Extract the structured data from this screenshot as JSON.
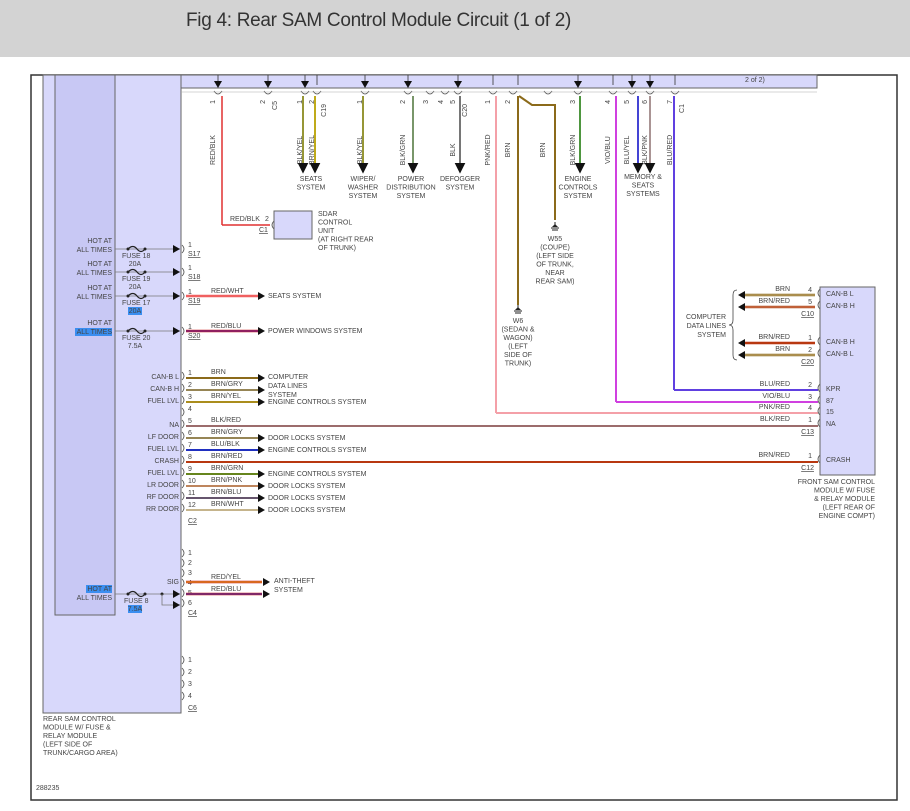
{
  "header": {
    "title": "Fig 4: Rear SAM Control Module Circuit (1 of 2)"
  },
  "figure_id": "288235",
  "modules": {
    "rear_sam": [
      "REAR SAM CONTROL",
      "MODULE W/ FUSE &",
      "RELAY MODULE",
      "(LEFT SIDE OF",
      "TRUNK/CARGO AREA)"
    ],
    "front_sam": [
      "FRONT SAM CONTROL",
      "MODULE W/ FUSE",
      "& RELAY MODULE",
      "(LEFT REAR OF",
      "ENGINE COMPT)"
    ],
    "sdar": [
      "SDAR",
      "CONTROL",
      "UNIT",
      "(AT RIGHT REAR",
      "OF TRUNK)"
    ]
  },
  "top_wires": [
    {
      "pin": "1",
      "color": "RED/BLK",
      "hex": "#e03030"
    },
    {
      "pin": "1",
      "color": "BLK/YEL",
      "hex": "#8a8a20"
    },
    {
      "pin": "2",
      "color": "BRN/YEL",
      "hex": "#b8a000"
    },
    {
      "pin": "1",
      "color": "BLK/YEL",
      "hex": "#8a8a20"
    },
    {
      "pin": "2",
      "color": "BLK/GRN",
      "hex": "#6a8a5a"
    },
    {
      "pin": "5",
      "color": "BLK",
      "hex": "#555555"
    },
    {
      "pin": "1",
      "color": "PNK/RED",
      "hex": "#f4a0a8"
    },
    {
      "pin": "2",
      "color": "BRN",
      "hex": "#8b6a1a"
    },
    {
      "pin": "",
      "color": "BRN",
      "hex": "#8b6a1a"
    },
    {
      "pin": "3",
      "color": "BLK/GRN",
      "hex": "#3a8a2a"
    },
    {
      "pin": "4",
      "color": "VIO/BLU",
      "hex": "#d040e0"
    },
    {
      "pin": "5",
      "color": "BLU/YEL",
      "hex": "#3030d0"
    },
    {
      "pin": "6",
      "color": "BLK/PNK",
      "hex": "#a08888"
    },
    {
      "pin": "7",
      "color": "BLU/RED",
      "hex": "#6040e0"
    }
  ],
  "top_connectors": [
    "C5",
    "C19",
    "C20",
    "C1"
  ],
  "top_systems": [
    [
      "SEATS",
      "SYSTEM"
    ],
    [
      "WIPER/",
      "WASHER",
      "SYSTEM"
    ],
    [
      "POWER",
      "DISTRIBUTION",
      "SYSTEM"
    ],
    [
      "DEFOGGER",
      "SYSTEM"
    ],
    [
      "ENGINE",
      "CONTROLS",
      "SYSTEM"
    ],
    [
      "MEMORY &",
      "SEATS",
      "SYSTEMS"
    ]
  ],
  "grounds": {
    "w55": [
      "W55",
      "(COUPE)",
      "(LEFT SIDE",
      "OF TRUNK,",
      "NEAR",
      "REAR SAM)"
    ],
    "w6": [
      "W6",
      "(SEDAN &",
      "WAGON)",
      "(LEFT",
      "SIDE OF",
      "TRUNK)"
    ]
  },
  "sdar_pin": {
    "color": "RED/BLK",
    "pin": "2",
    "conn": "C1"
  },
  "fuses": [
    {
      "hot": [
        "HOT AT",
        "ALL TIMES"
      ],
      "fuse": "FUSE 18",
      "amp": "20A",
      "pin": "1",
      "conn": "S17",
      "wire": "",
      "dest": ""
    },
    {
      "hot": [
        "HOT AT",
        "ALL TIMES"
      ],
      "fuse": "FUSE 19",
      "amp": "20A",
      "pin": "1",
      "conn": "S18",
      "wire": "",
      "dest": ""
    },
    {
      "hot": [
        "HOT AT",
        "ALL TIMES"
      ],
      "fuse": "FUSE 17",
      "amp": "20A",
      "pin": "1",
      "conn": "S19",
      "wire": "RED/WHT",
      "dest": "SEATS SYSTEM"
    },
    {
      "hot": [
        "HOT AT",
        "ALL TIMES"
      ],
      "fuse": "FUSE 20",
      "amp": "7.5A",
      "pin": "1",
      "conn": "S20",
      "wire": "RED/BLU",
      "dest": "POWER WINDOWS SYSTEM"
    }
  ],
  "c2": {
    "conn": "C2",
    "rows": [
      {
        "pin": "1",
        "sig": "CAN-B L",
        "wire": "BRN",
        "dest": ""
      },
      {
        "pin": "2",
        "sig": "CAN-B H",
        "wire": "BRN/GRY",
        "dest": ""
      },
      {
        "pin": "3",
        "sig": "FUEL LVL",
        "wire": "BRN/YEL",
        "dest": "ENGINE CONTROLS SYSTEM"
      },
      {
        "pin": "4",
        "sig": "",
        "wire": "",
        "dest": ""
      },
      {
        "pin": "5",
        "sig": "NA",
        "wire": "BLK/RED",
        "dest": ""
      },
      {
        "pin": "6",
        "sig": "LF DOOR",
        "wire": "BRN/GRY",
        "dest": "DOOR LOCKS SYSTEM"
      },
      {
        "pin": "7",
        "sig": "FUEL LVL",
        "wire": "BLU/BLK",
        "dest": "ENGINE CONTROLS SYSTEM"
      },
      {
        "pin": "8",
        "sig": "CRASH",
        "wire": "BRN/RED",
        "dest": ""
      },
      {
        "pin": "9",
        "sig": "FUEL LVL",
        "wire": "BRN/GRN",
        "dest": "ENGINE CONTROLS SYSTEM"
      },
      {
        "pin": "10",
        "sig": "LR DOOR",
        "wire": "BRN/PNK",
        "dest": "DOOR LOCKS SYSTEM"
      },
      {
        "pin": "11",
        "sig": "RF DOOR",
        "wire": "BRN/BLU",
        "dest": "DOOR LOCKS SYSTEM"
      },
      {
        "pin": "12",
        "sig": "RR DOOR",
        "wire": "BRN/WHT",
        "dest": "DOOR LOCKS SYSTEM"
      }
    ],
    "can_dest": [
      "COMPUTER",
      "DATA LINES",
      "SYSTEM"
    ]
  },
  "front_c10": {
    "conn": "C10",
    "rows": [
      {
        "pin": "4",
        "wire": "BRN",
        "sig": "CAN-B L"
      },
      {
        "pin": "5",
        "wire": "BRN/RED",
        "sig": "CAN-B H"
      }
    ]
  },
  "front_c20": {
    "conn": "C20",
    "rows": [
      {
        "pin": "1",
        "wire": "BRN/RED",
        "sig": "CAN-B H"
      },
      {
        "pin": "2",
        "wire": "BRN",
        "sig": "CAN-B L"
      }
    ]
  },
  "front_can_label": [
    "COMPUTER",
    "DATA LINES",
    "SYSTEM"
  ],
  "front_c13": {
    "conn": "C13",
    "rows": [
      {
        "pin": "2",
        "wire": "BLU/RED",
        "sig": "KPR"
      },
      {
        "pin": "3",
        "wire": "VIO/BLU",
        "sig": "87"
      },
      {
        "pin": "4",
        "wire": "PNK/RED",
        "sig": "15"
      },
      {
        "pin": "1",
        "wire": "BLK/RED",
        "sig": "NA"
      }
    ]
  },
  "front_c12": {
    "conn": "C12",
    "rows": [
      {
        "pin": "1",
        "wire": "BRN/RED",
        "sig": "CRASH"
      }
    ]
  },
  "c4": {
    "conn": "C4",
    "pins": [
      "1",
      "2",
      "3",
      "4",
      "5",
      "6"
    ],
    "sig": "SIG",
    "hot": [
      "HOT AT",
      "ALL TIMES"
    ],
    "fuse": "FUSE 8",
    "amp": "7.5A",
    "wires": [
      {
        "pin": "3",
        "wire": "RED/YEL"
      },
      {
        "pin": "4",
        "wire": "RED/BLU"
      }
    ],
    "dest": [
      "ANTI-THEFT",
      "SYSTEM"
    ]
  },
  "c6": {
    "conn": "C6",
    "pins": [
      "1",
      "2",
      "3",
      "4"
    ]
  }
}
